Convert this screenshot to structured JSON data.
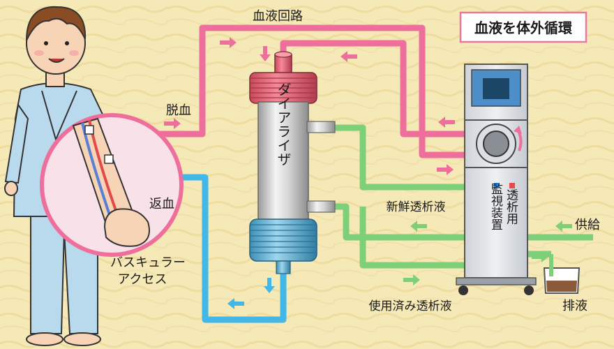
{
  "labels": {
    "blood_circuit": "血液回路",
    "extracorporeal_circulation": "血液を体外循環",
    "blood_removal": "脱血",
    "blood_return": "返血",
    "vascular_access_line1": "バスキュラー",
    "vascular_access_line2": "アクセス",
    "dialyzer": "ダイアライザ",
    "fresh_dialysate": "新鮮透析液",
    "used_dialysate": "使用済み透析液",
    "supply": "供給",
    "drainage": "排液",
    "monitor_col1": "透析用",
    "monitor_col2": "監視装置"
  },
  "colors": {
    "background": "#f6e9b8",
    "blood_line": "#ee6f9c",
    "return_line": "#41b8e8",
    "dialysate_line": "#7dcf78",
    "drainage_fluid": "#8a5a3a",
    "title_text": "#d63a86"
  },
  "icons": {
    "patient": "patient-figure",
    "machine": "dialysis-machine",
    "beaker": "drain-beaker"
  }
}
